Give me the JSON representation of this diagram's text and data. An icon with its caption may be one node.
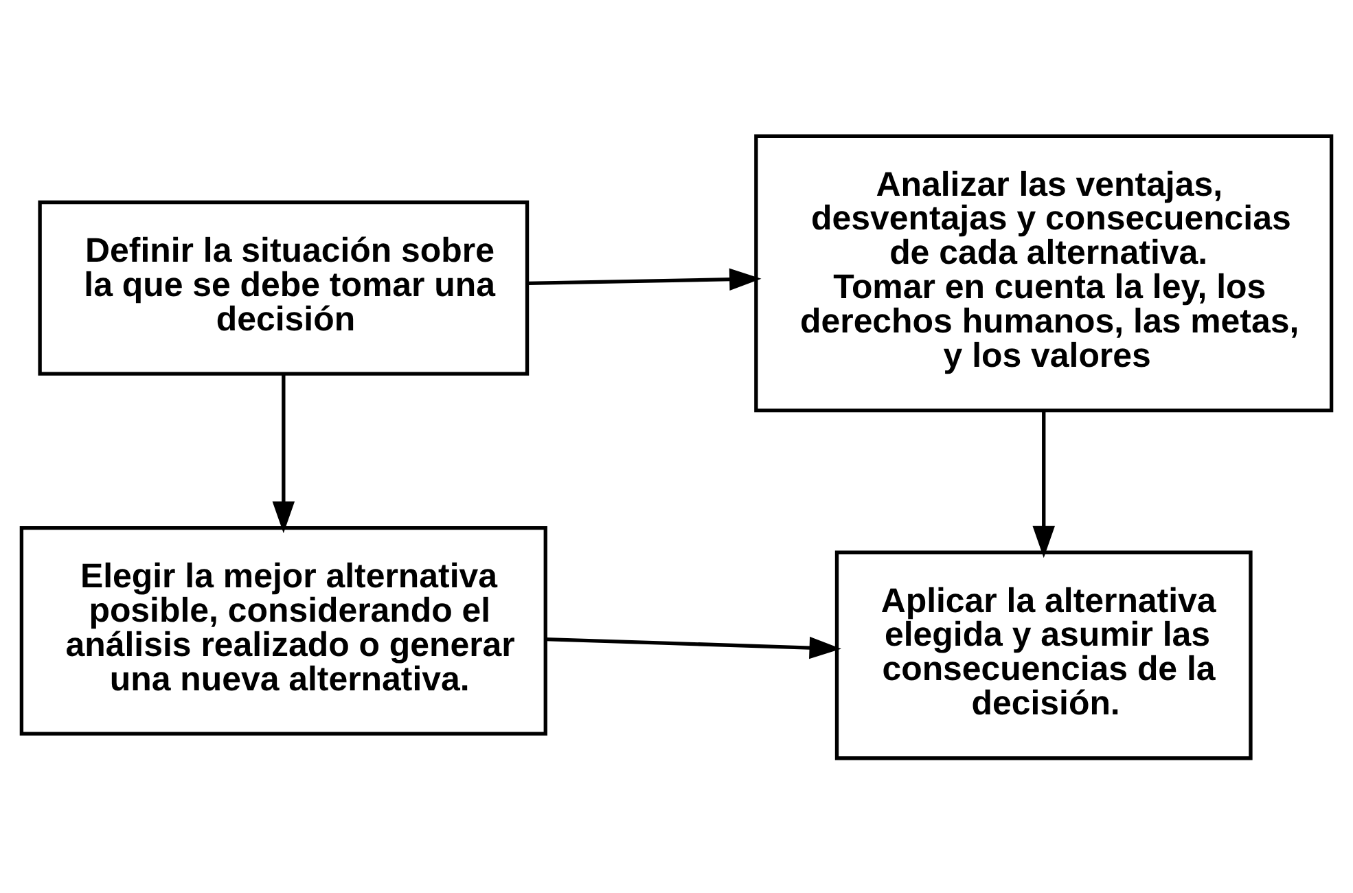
{
  "diagram": {
    "nodes": [
      {
        "text": [
          "Definir la situación sobre la que se debe tomar una decisión"
        ]
      },
      {
        "text": [
          "Analizar las ventajas, desventajas y consecuencias de cada alternativa.",
          "Tomar en cuenta la ley, los derechos humanos, las metas, y los valores"
        ]
      },
      {
        "text": [
          "Elegir la mejor alternativa posible, considerando el análisis realizado o generar una nueva alternativa."
        ]
      },
      {
        "text": [
          "Aplicar la alternativa elegida y asumir las consecuencias de la decisión."
        ]
      }
    ],
    "edges": [
      {
        "from": 0,
        "to": 1,
        "arrow": "to"
      },
      {
        "from": 0,
        "to": 2,
        "arrow": "to"
      },
      {
        "from": 1,
        "to": 3,
        "arrow": "to"
      },
      {
        "from": 2,
        "to": 3,
        "arrow": "to"
      }
    ]
  }
}
